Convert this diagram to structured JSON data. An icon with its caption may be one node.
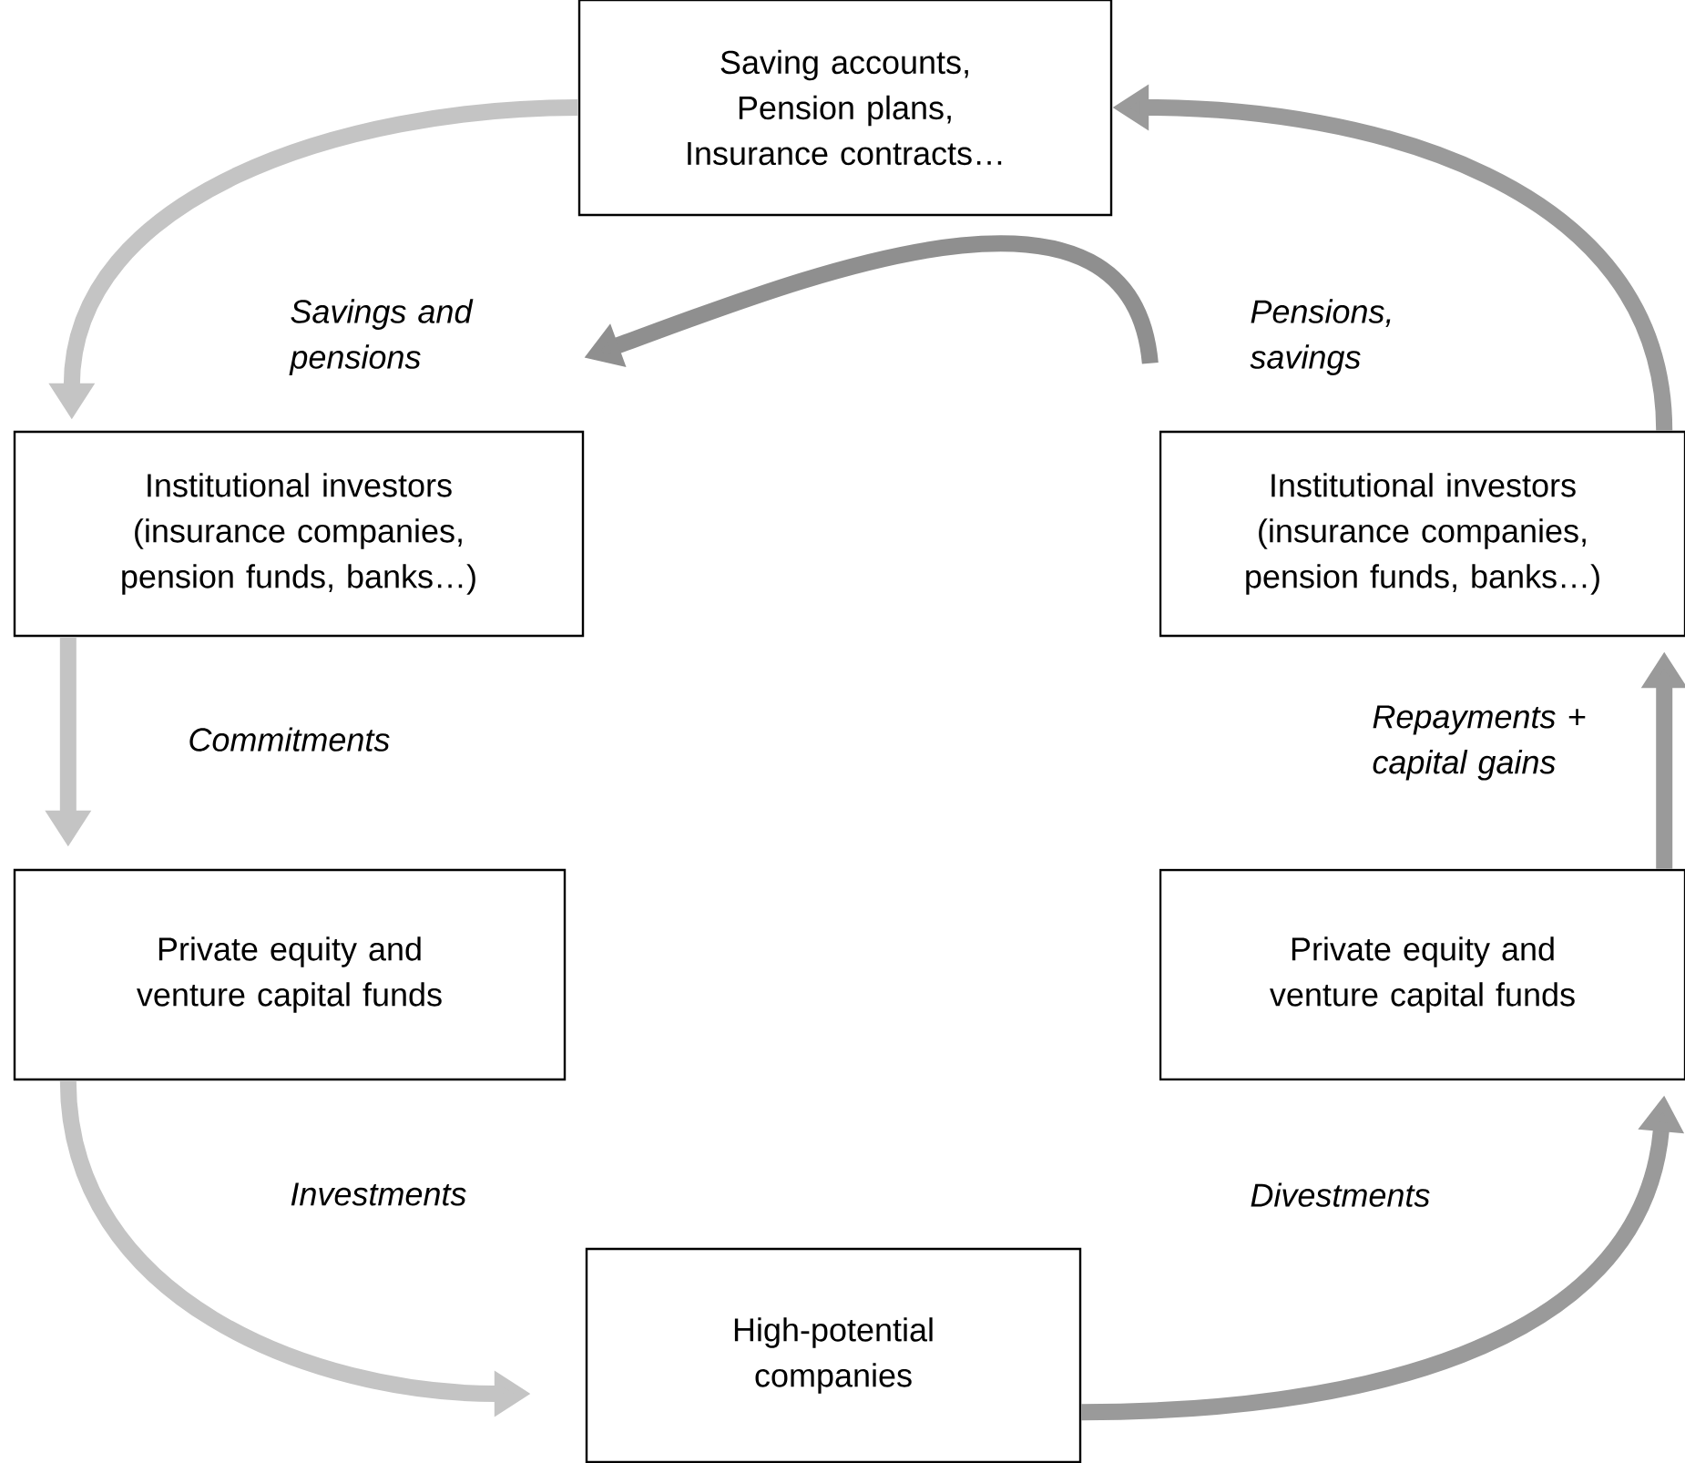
{
  "diagram": {
    "nodes": [
      {
        "text": [
          "Saving accounts, Pension plans, Insurance contracts…"
        ]
      },
      {
        "text": [
          "Institutional investors (insurance companies, pension funds, banks…)"
        ]
      },
      {
        "text": [
          "Institutional investors (insurance companies, pension funds, banks…)"
        ]
      },
      {
        "text": [
          "Private equity and venture capital funds"
        ]
      },
      {
        "text": [
          "Private equity and venture capital funds"
        ]
      },
      {
        "text": [
          "High-potential companies"
        ]
      }
    ],
    "edges": [
      {
        "from": 0,
        "to": 1,
        "arrow": "to",
        "label": "Savings and pensions",
        "color": "#c4c4c4"
      },
      {
        "from": 2,
        "to": 1,
        "arrow": "to",
        "color": "#8f8f8f"
      },
      {
        "from": 1,
        "to": 3,
        "arrow": "to",
        "label": "Commitments",
        "color": "#c4c4c4"
      },
      {
        "from": 3,
        "to": 5,
        "arrow": "to",
        "label": "Investments",
        "color": "#c4c4c4"
      },
      {
        "from": 5,
        "to": 4,
        "arrow": "to",
        "label": "Divestments",
        "color": "#9a9a9a"
      },
      {
        "from": 4,
        "to": 2,
        "arrow": "to",
        "label": "Repayments + capital gains",
        "color": "#9a9a9a"
      },
      {
        "from": 2,
        "to": 0,
        "arrow": "to",
        "label": "Pensions, savings",
        "color": "#9a9a9a"
      }
    ]
  }
}
